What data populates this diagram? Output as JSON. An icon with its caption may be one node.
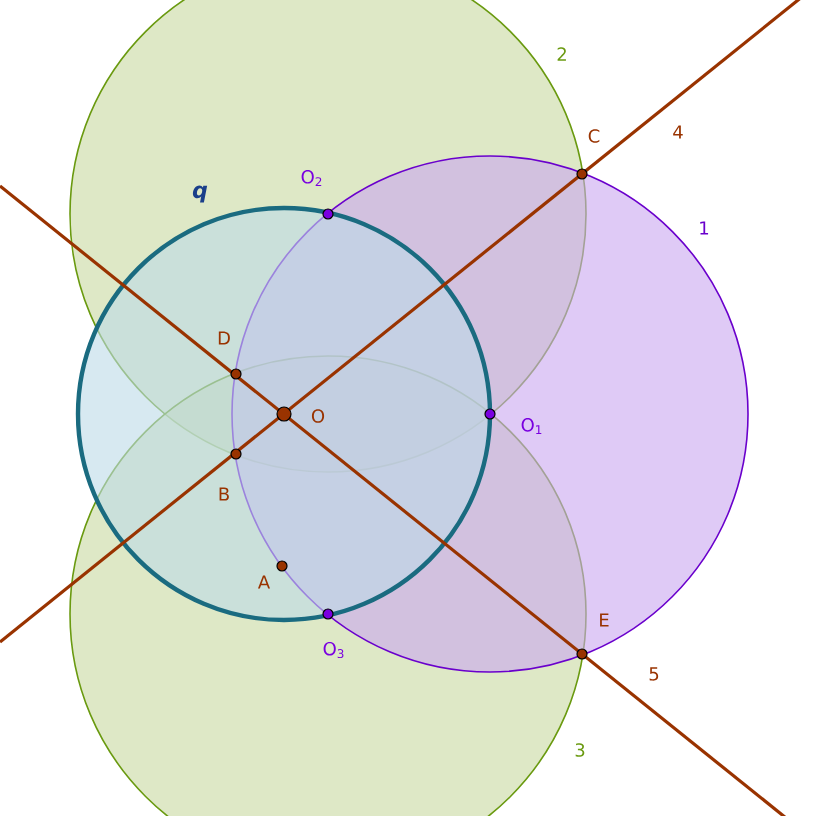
{
  "diagram": {
    "nodes": [
      {
        "text": [
          "O"
        ]
      },
      {
        "text": [
          "O$_{1}$"
        ]
      },
      {
        "text": [
          "O$_{2}$"
        ]
      },
      {
        "text": [
          "O$_{3}$"
        ]
      },
      {
        "text": [
          "A"
        ]
      },
      {
        "text": [
          "B"
        ]
      },
      {
        "text": [
          "C"
        ]
      },
      {
        "text": [
          "D"
        ]
      },
      {
        "text": [
          "E"
        ]
      }
    ],
    "labels": [
      "q",
      "1",
      "2",
      "3",
      "4",
      "5"
    ]
  }
}
